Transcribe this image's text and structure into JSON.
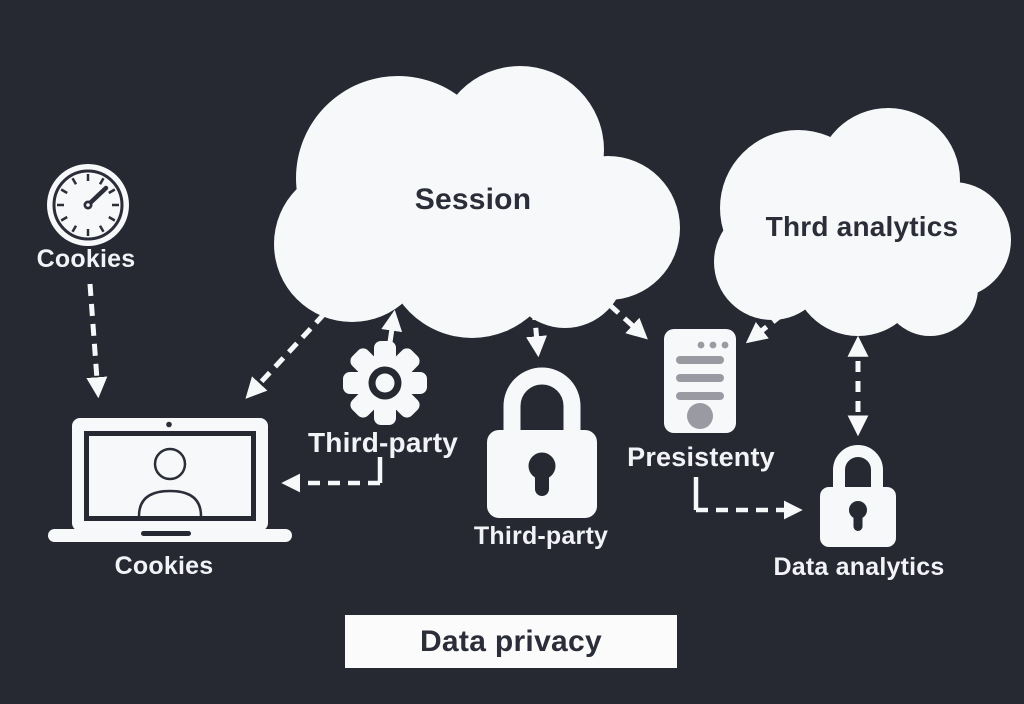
{
  "title": "Data privacy",
  "colors": {
    "background": "#262832",
    "shape_white": "#f7f8f9",
    "dark_text": "#2b2d38",
    "light_text": "#f2f3f6",
    "muted_gray": "#9a9aa3"
  },
  "clouds": {
    "session": {
      "label": "Session"
    },
    "analytics": {
      "label": "Thrd analytics"
    }
  },
  "nodes": {
    "clock": {
      "label": "Cookies",
      "icon": "clock-icon"
    },
    "laptop": {
      "label": "Cookies",
      "icon": "laptop-user-icon"
    },
    "gear": {
      "label": "Third-party",
      "icon": "gear-icon"
    },
    "lock": {
      "label": "Third-party",
      "icon": "padlock-icon"
    },
    "server": {
      "label": "Presistenty",
      "icon": "server-icon"
    },
    "data_lock": {
      "label": "Data analytics",
      "icon": "padlock-icon"
    }
  },
  "banner": {
    "label": "Data privacy"
  }
}
